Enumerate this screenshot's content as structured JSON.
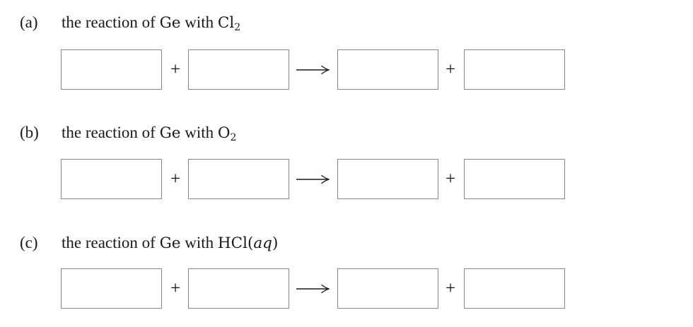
{
  "page": {
    "background": "#ffffff",
    "text_color": "#1a1a1a",
    "box_border_color": "#878787",
    "arrow_color": "#1c1c1c"
  },
  "symbols": {
    "plus": "+",
    "arrow": "⟶"
  },
  "sections": [
    {
      "label": "(a)",
      "heading_text": "the reaction of Ge with Cl2",
      "heading": [
        {
          "t": "the reaction of "
        },
        {
          "t": "Ge"
        },
        {
          "t": " with "
        },
        {
          "t": "Cl"
        },
        {
          "t": "2"
        }
      ],
      "boxes": [
        {
          "value": ""
        },
        {
          "value": ""
        },
        {
          "value": ""
        },
        {
          "value": ""
        }
      ]
    },
    {
      "label": "(b)",
      "heading_text": "the reaction of Ge with O2",
      "heading": [
        {
          "t": "the reaction of "
        },
        {
          "t": "Ge"
        },
        {
          "t": " with "
        },
        {
          "t": "O"
        },
        {
          "t": "2"
        }
      ],
      "boxes": [
        {
          "value": ""
        },
        {
          "value": ""
        },
        {
          "value": ""
        },
        {
          "value": ""
        }
      ]
    },
    {
      "label": "(c)",
      "heading_text": "the reaction of Ge with HCl(aq)",
      "heading": [
        {
          "t": "the reaction of "
        },
        {
          "t": "Ge"
        },
        {
          "t": " with "
        },
        {
          "t": "HCl("
        },
        {
          "t": "aq"
        },
        {
          "t": ")"
        }
      ],
      "boxes": [
        {
          "value": ""
        },
        {
          "value": ""
        },
        {
          "value": ""
        },
        {
          "value": ""
        }
      ]
    }
  ]
}
